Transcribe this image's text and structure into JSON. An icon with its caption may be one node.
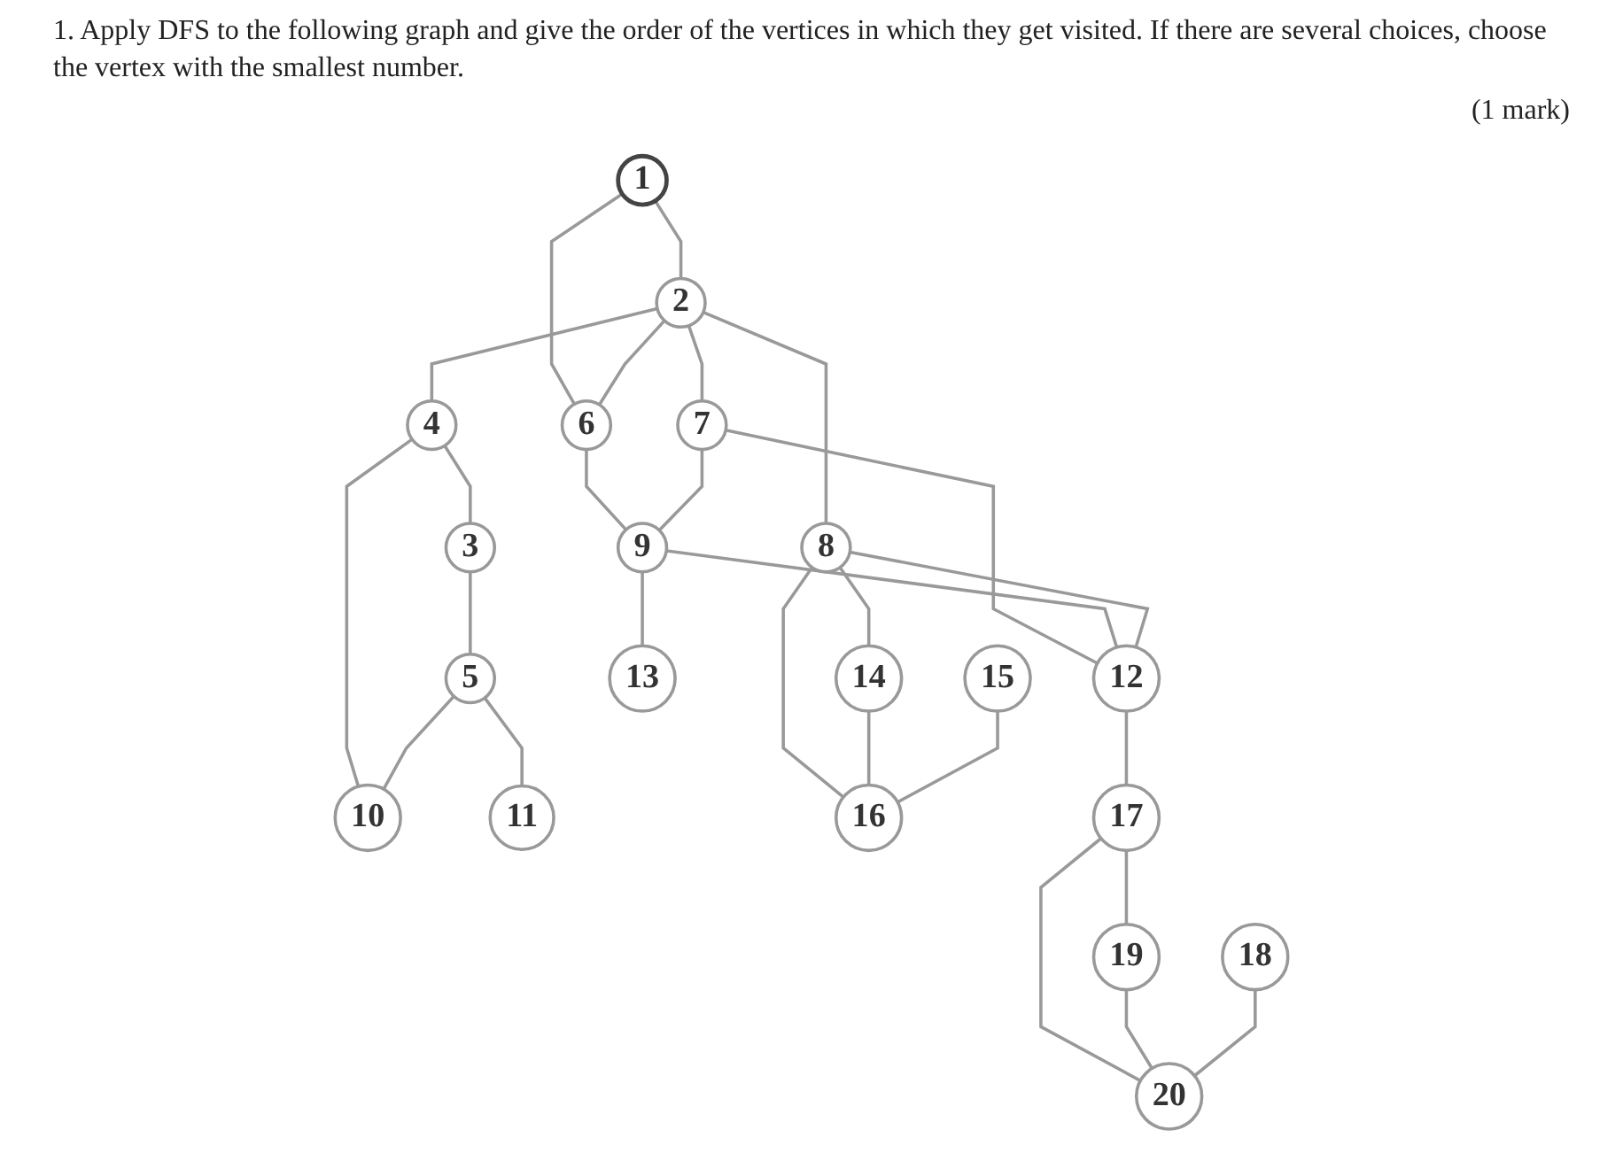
{
  "diagram": {
    "title": "1. Apply DFS to the following graph and give the order of the vertices in which they get visited. If there are several choices, choose the vertex with the smallest number.",
    "nodes": [
      {
        "text": [
          "1"
        ]
      },
      {
        "text": [
          "2"
        ]
      },
      {
        "text": [
          "3"
        ]
      },
      {
        "text": [
          "4"
        ]
      },
      {
        "text": [
          "5"
        ]
      },
      {
        "text": [
          "6"
        ]
      },
      {
        "text": [
          "7"
        ]
      },
      {
        "text": [
          "8"
        ]
      },
      {
        "text": [
          "9"
        ]
      },
      {
        "text": [
          "10"
        ]
      },
      {
        "text": [
          "11"
        ]
      },
      {
        "text": [
          "12"
        ]
      },
      {
        "text": [
          "13"
        ]
      },
      {
        "text": [
          "14"
        ]
      },
      {
        "text": [
          "15"
        ]
      },
      {
        "text": [
          "16"
        ]
      },
      {
        "text": [
          "17"
        ]
      },
      {
        "text": [
          "18"
        ]
      },
      {
        "text": [
          "19"
        ]
      },
      {
        "text": [
          "20"
        ]
      }
    ],
    "edges": [
      {
        "from": 0,
        "to": 1,
        "arrow": "none"
      },
      {
        "from": 0,
        "to": 5,
        "arrow": "none"
      },
      {
        "from": 1,
        "to": 5,
        "arrow": "none"
      },
      {
        "from": 1,
        "to": 6,
        "arrow": "none"
      },
      {
        "from": 1,
        "to": 7,
        "arrow": "none"
      },
      {
        "from": 1,
        "to": 3,
        "arrow": "none"
      },
      {
        "from": 3,
        "to": 2,
        "arrow": "none"
      },
      {
        "from": 2,
        "to": 4,
        "arrow": "none"
      },
      {
        "from": 3,
        "to": 9,
        "arrow": "none"
      },
      {
        "from": 4,
        "to": 9,
        "arrow": "none"
      },
      {
        "from": 4,
        "to": 10,
        "arrow": "none"
      },
      {
        "from": 5,
        "to": 8,
        "arrow": "none"
      },
      {
        "from": 6,
        "to": 8,
        "arrow": "none"
      },
      {
        "from": 6,
        "to": 11,
        "arrow": "none"
      },
      {
        "from": 8,
        "to": 11,
        "arrow": "none"
      },
      {
        "from": 7,
        "to": 11,
        "arrow": "none"
      },
      {
        "from": 8,
        "to": 12,
        "arrow": "none"
      },
      {
        "from": 7,
        "to": 13,
        "arrow": "none"
      },
      {
        "from": 7,
        "to": 15,
        "arrow": "none"
      },
      {
        "from": 13,
        "to": 15,
        "arrow": "none"
      },
      {
        "from": 14,
        "to": 15,
        "arrow": "none"
      },
      {
        "from": 11,
        "to": 16,
        "arrow": "none"
      },
      {
        "from": 16,
        "to": 18,
        "arrow": "none"
      },
      {
        "from": 16,
        "to": 19,
        "arrow": "none"
      },
      {
        "from": 18,
        "to": 19,
        "arrow": "none"
      },
      {
        "from": 17,
        "to": 19,
        "arrow": "none"
      }
    ],
    "labels": [
      "(1 mark)"
    ]
  }
}
